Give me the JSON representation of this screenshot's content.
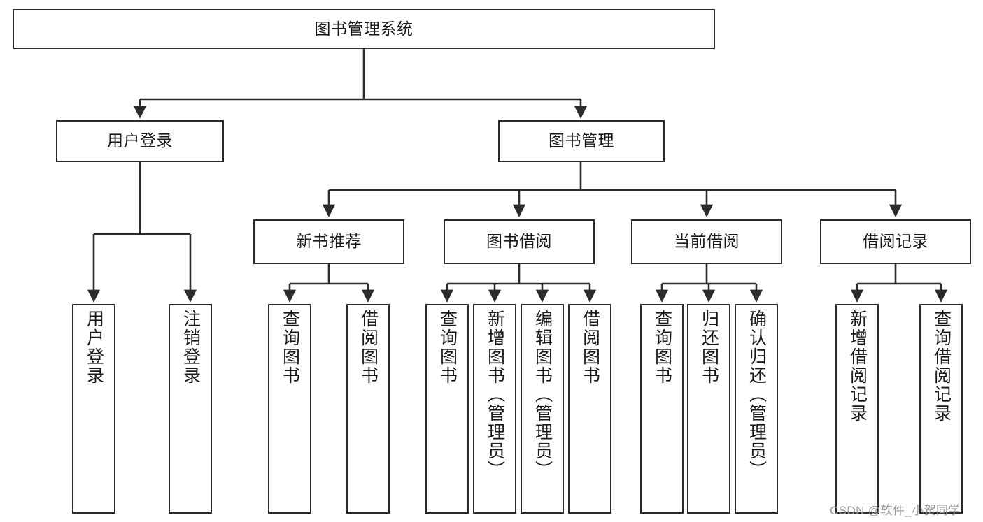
{
  "diagram": {
    "title": "图书管理系统",
    "type": "hierarchy-tree",
    "root": {
      "id": "root",
      "label": "图书管理系统"
    },
    "level1": [
      {
        "id": "user-login",
        "label": "用户登录"
      },
      {
        "id": "book-management",
        "label": "图书管理"
      }
    ],
    "level2": [
      {
        "id": "new-book-recommend",
        "label": "新书推荐"
      },
      {
        "id": "book-borrow",
        "label": "图书借阅"
      },
      {
        "id": "current-borrow",
        "label": "当前借阅"
      },
      {
        "id": "borrow-record",
        "label": "借阅记录"
      }
    ],
    "leaves": {
      "user_login": [
        {
          "id": "leaf-user-login",
          "label": "用户登录"
        },
        {
          "id": "leaf-logout",
          "label": "注销登录"
        }
      ],
      "new_book_recommend": [
        {
          "id": "leaf-query-book-1",
          "label": "查询图书"
        },
        {
          "id": "leaf-borrow-book-1",
          "label": "借阅图书"
        }
      ],
      "book_borrow": [
        {
          "id": "leaf-query-book-2",
          "label": "查询图书"
        },
        {
          "id": "leaf-add-book",
          "label": "新增图书（管理员）"
        },
        {
          "id": "leaf-edit-book",
          "label": "编辑图书（管理员）"
        },
        {
          "id": "leaf-borrow-book-2",
          "label": "借阅图书"
        }
      ],
      "current_borrow": [
        {
          "id": "leaf-query-book-3",
          "label": "查询图书"
        },
        {
          "id": "leaf-return-book",
          "label": "归还图书"
        },
        {
          "id": "leaf-confirm-return",
          "label": "确认归还（管理员）"
        }
      ],
      "borrow_record": [
        {
          "id": "leaf-add-record",
          "label": "新增借阅记录"
        },
        {
          "id": "leaf-query-record",
          "label": "查询借阅记录"
        }
      ]
    }
  },
  "watermark": {
    "text": "CSDN @软件_小贺同学"
  },
  "colors": {
    "stroke": "#2b2b2b",
    "box_fill": "#ffffff",
    "text": "#1a1a1a",
    "watermark": "#9a9a9a",
    "background": "#ffffff"
  }
}
